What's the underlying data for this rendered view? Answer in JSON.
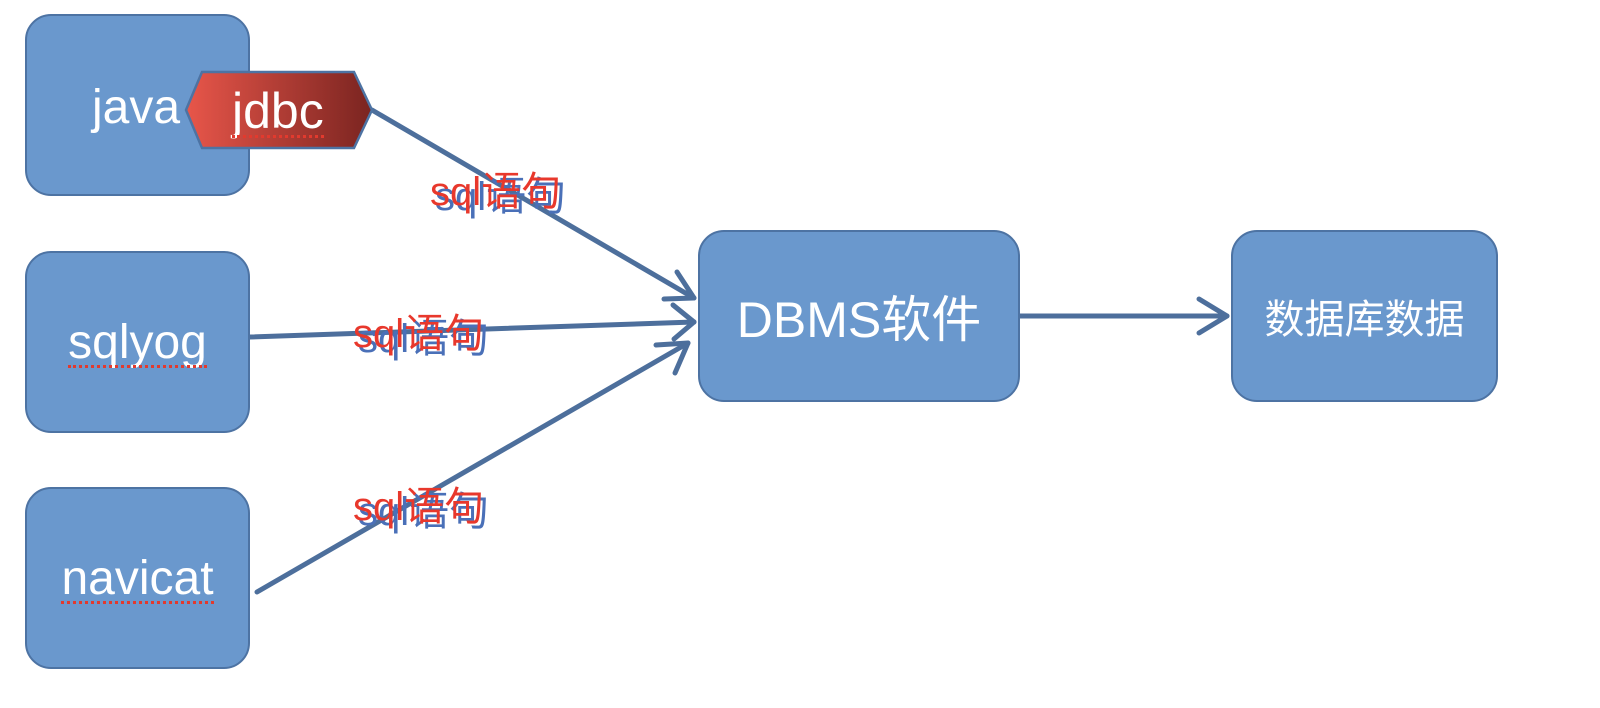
{
  "nodes": {
    "java": "java",
    "jdbc": "jdbc",
    "sqlyog": "sqlyog",
    "navicat": "navicat",
    "dbms": "DBMS软件",
    "database": "数据库数据"
  },
  "edges": {
    "java_to_dbms": "sql语句",
    "sqlyog_to_dbms": "sql语句",
    "navicat_to_dbms": "sql语句"
  },
  "colors": {
    "box_fill": "#6a98cd",
    "box_border": "#4d73a3",
    "arrow": "#4d6f9c",
    "label_red": "#e8382c",
    "label_shadow": "#4a70b8",
    "jdbc_gradient_start": "#e8564a",
    "jdbc_gradient_end": "#7a2420"
  }
}
